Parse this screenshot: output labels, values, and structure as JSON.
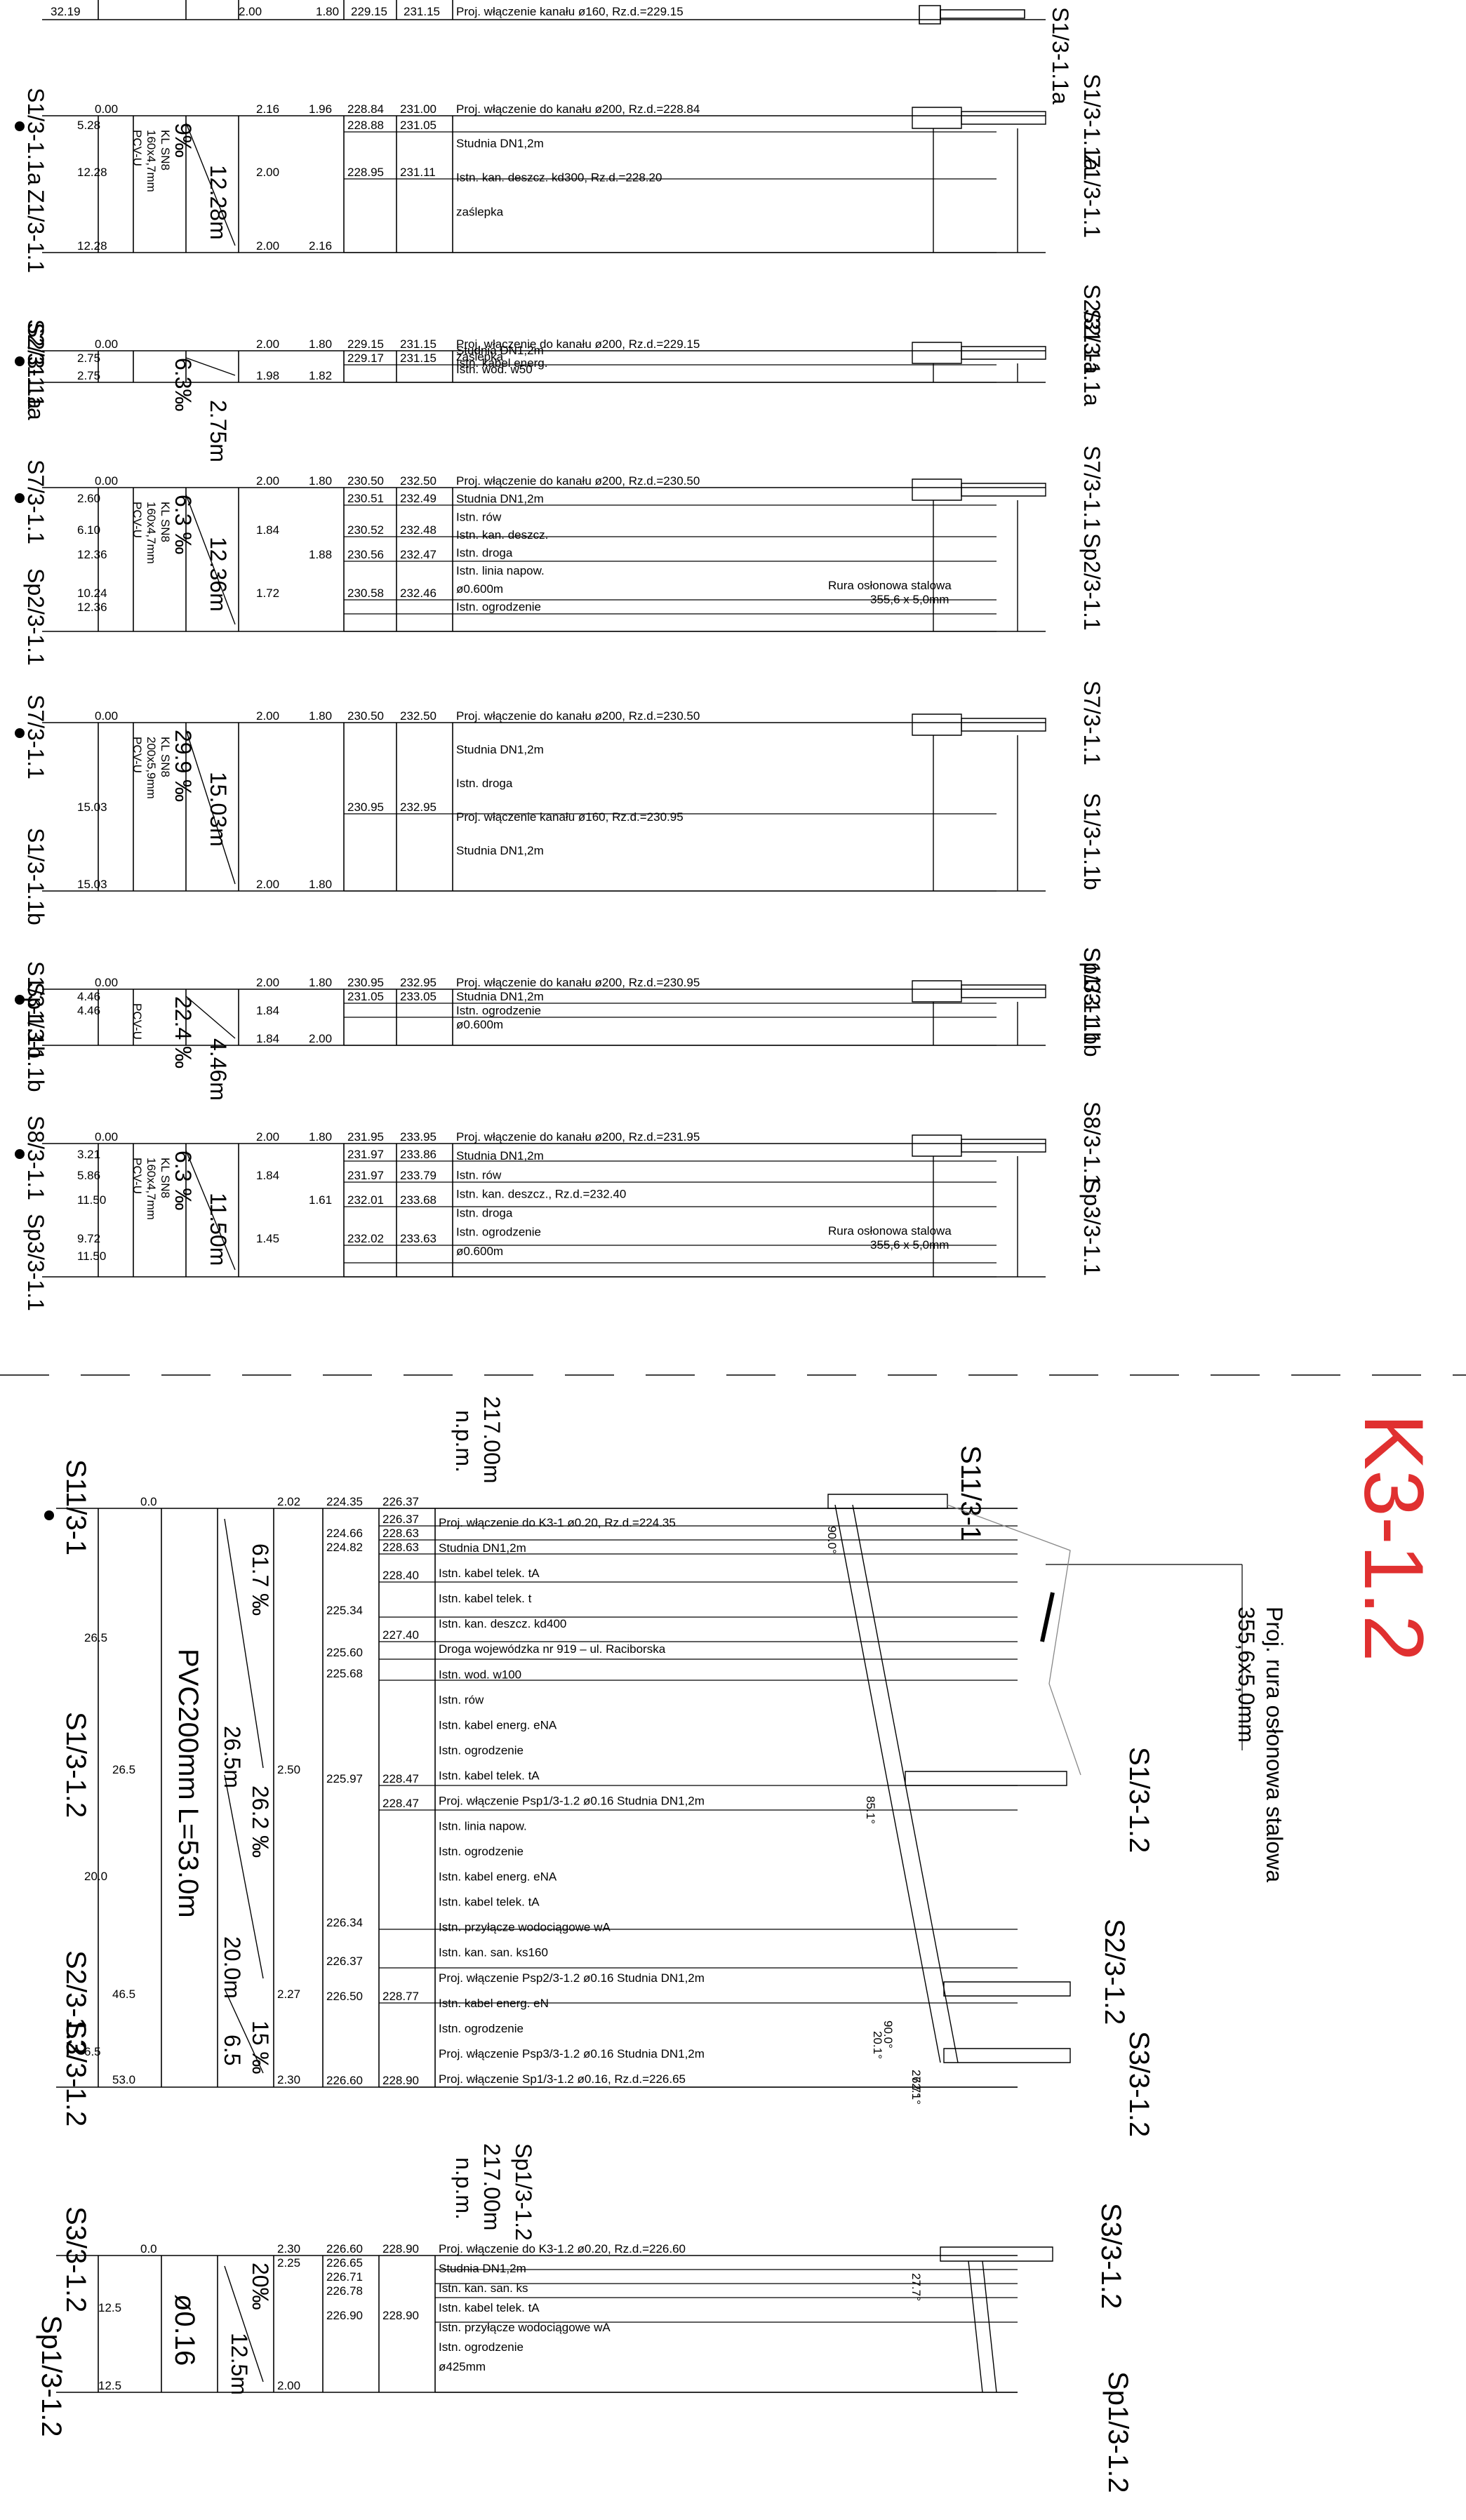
{
  "sheet_title": "K3-1.2",
  "sections": [
    {
      "start": "S1/3-1.1a",
      "end": "Z1/3-1.1",
      "pipe": [
        "PCV-U",
        "160x4,7mm",
        "KL SN8"
      ],
      "length": "12.28m",
      "slope": "9‰",
      "stations": [
        "0.00",
        "5.28",
        "12.28",
        "12.28"
      ],
      "depths": [
        "2.16",
        "1.96",
        "2.00",
        "2.16",
        "2.00"
      ],
      "levels": [
        [
          "228.84",
          "231.00"
        ],
        [
          "228.88",
          "231.05"
        ],
        [
          "228.95",
          "231.11"
        ]
      ],
      "notes": [
        "Proj. włączenie do kanału ø200, Rz.d.=228.84",
        "Studnia DN1,2m",
        "Istn. kan. deszcz. kd300, Rz.d.=228.20",
        "zaślepka"
      ]
    },
    {
      "start": "S2/3-1.1a",
      "end": "S2/31.1a",
      "length": "2.75m",
      "slope": "6.3‰",
      "stations": [
        "0.00",
        "2.75",
        "2.75"
      ],
      "depths": [
        "2.00",
        "1.80",
        "1.98",
        "1.82"
      ],
      "levels": [
        [
          "229.15",
          "231.15"
        ],
        [
          "229.17",
          "231.15"
        ]
      ],
      "notes": [
        "Proj. włączenie do kanału ø200, Rz.d.=229.15",
        "Studnia DN1,2m",
        "zaślepka",
        "Istn. kabel energ.",
        "Istn. wod. w50"
      ]
    },
    {
      "start": "S7/3-1.1",
      "end": "Sp2/3-1.1",
      "pipe": [
        "PCV-U",
        "160x4,7mm",
        "KL SN8"
      ],
      "length": "12.36m",
      "slope": "6.3 ‰",
      "stations": [
        "0.00",
        "2.60",
        "6.10",
        "12.36",
        "10.24",
        "12.36"
      ],
      "depths": [
        "2.00",
        "1.80",
        "1.84",
        "1.88",
        "1.72"
      ],
      "levels": [
        [
          "230.50",
          "232.50"
        ],
        [
          "230.51",
          "232.49"
        ],
        [
          "230.52",
          "232.48"
        ],
        [
          "230.56",
          "232.47"
        ],
        [
          "230.58",
          "232.46"
        ]
      ],
      "notes": [
        "Proj. włączenie do kanału ø200, Rz.d.=230.50",
        "Studnia DN1,2m",
        "Istn. rów",
        "Istn. kan. deszcz.",
        "Istn. droga",
        "Istn. linia napow.",
        "ø0.600m",
        "Istn. ogrodzenie"
      ],
      "casing": [
        "Rura osłonowa stalowa",
        "355,6 x 5,0mm"
      ]
    },
    {
      "start": "S7/3-1.1",
      "end": "S1/3-1.1b",
      "pipe": [
        "PCV-U",
        "200x5,9mm",
        "KL SN8"
      ],
      "length": "15.03m",
      "slope": "29.9 ‰",
      "stations": [
        "0.00",
        "15.03",
        "15.03"
      ],
      "depths": [
        "2.00",
        "1.80",
        "2.00",
        "1.80"
      ],
      "levels": [
        [
          "230.50",
          "232.50"
        ],
        [
          "230.95",
          "232.95"
        ]
      ],
      "notes": [
        "Proj. włączenie do kanału ø200, Rz.d.=230.50",
        "Studnia DN1,2m",
        "Istn. droga",
        "Proj. włączenie kanału ø160, Rz.d.=230.95",
        "Studnia DN1,2m"
      ]
    },
    {
      "start": "S1/3-1.1b",
      "end": "Sp1/3-1.1b",
      "pipe": [
        "PCV-U"
      ],
      "length": "4.46m",
      "slope": "22.4 ‰",
      "stations": [
        "0.00",
        "4.46",
        "4.46"
      ],
      "depths": [
        "2.00",
        "1.80",
        "1.84",
        "2.00",
        "1.84"
      ],
      "levels": [
        [
          "230.95",
          "232.95"
        ],
        [
          "231.05",
          "233.05"
        ]
      ],
      "notes": [
        "Proj. włączenie do kanału ø200, Rz.d.=230.95",
        "Studnia DN1,2m",
        "Istn. ogrodzenie",
        "ø0.600m"
      ]
    },
    {
      "start": "S8/3-1.1",
      "end": "Sp3/3-1.1",
      "pipe": [
        "PCV-U",
        "160x4,7mm",
        "KL SN8"
      ],
      "length": "11.50m",
      "slope": "6.3 ‰",
      "stations": [
        "0.00",
        "3.21",
        "5.86",
        "11.50",
        "9.72",
        "11.50"
      ],
      "depths": [
        "2.00",
        "1.80",
        "1.84",
        "1.61",
        "1.45"
      ],
      "levels": [
        [
          "231.95",
          "233.95"
        ],
        [
          "231.97",
          "233.86"
        ],
        [
          "231.97",
          "233.79"
        ],
        [
          "232.01",
          "233.68"
        ],
        [
          "232.02",
          "233.63"
        ]
      ],
      "notes": [
        "Proj. włączenie do kanału ø200, Rz.d.=231.95",
        "Studnia DN1,2m",
        "Istn. rów",
        "Istn. kan. deszcz., Rz.d.=232.40",
        "Istn. droga",
        "Istn. ogrodzenie",
        "ø0.600m"
      ],
      "casing": [
        "Rura osłonowa stalowa",
        "355,6 x 5,0mm"
      ]
    }
  ],
  "k312": {
    "datum": [
      "217.00m",
      "n.p.m."
    ],
    "labels": [
      "S11/3-1",
      "S1/3-1.2",
      "S2/3-1.2",
      "S3/3-1.2",
      "S1/3-1.2",
      "S2/3-1.2",
      "S3/3-1.2",
      "S11/3-1"
    ],
    "pipe": "PVC200mm L=53.0m",
    "slopes": [
      "61.7 ‰",
      "26.2 ‰",
      "15 ‰"
    ],
    "segment_lengths": [
      "26.5m",
      "20.0m",
      "6.5"
    ],
    "stations": [
      "0.0",
      "26.5",
      "26.5",
      "20.0",
      "46.5",
      "6.5",
      "53.0"
    ],
    "depths": [
      "2.02",
      "2.50",
      "2.27",
      "2.30"
    ],
    "levels": [
      [
        "224.35",
        "226.37"
      ],
      [
        "",
        "226.37"
      ],
      [
        "224.66",
        "228.63"
      ],
      [
        "224.82",
        "228.63"
      ],
      [
        "",
        "228.40"
      ],
      [
        "225.34",
        ""
      ],
      [
        "",
        "227.40"
      ],
      [
        "225.60",
        ""
      ],
      [
        "225.68",
        ""
      ],
      [
        "225.97",
        "228.47"
      ],
      [
        "",
        "228.47"
      ],
      [
        "226.34",
        ""
      ],
      [
        "226.37",
        ""
      ],
      [
        "226.50",
        "228.77"
      ],
      [
        "226.60",
        "228.90"
      ]
    ],
    "notes": [
      "Proj. włączenie do K3-1 ø0.20, Rz.d.=224.35",
      "Studnia DN1,2m",
      "Istn. kabel telek. tA",
      "Istn. kabel telek. t",
      "Istn. kan. deszcz. kd400",
      "Droga wojewódzka nr 919 – ul. Raciborska",
      "Istn. wod. w100",
      "Istn. rów",
      "Istn. kabel energ. eNA",
      "Istn. ogrodzenie",
      "Istn. kabel telek. tA",
      "Proj. włączenie Psp1/3-1.2 ø0.16  Studnia DN1,2m",
      "Istn. linia napow.",
      "Istn. ogrodzenie",
      "Istn. kabel energ. eNA",
      "Istn. kabel telek. tA",
      "Istn. przyłącze wodociągowe wA",
      "Istn. kan. san. ks160",
      "Proj. włączenie Psp2/3-1.2 ø0.16  Studnia DN1,2m",
      "Istn. kabel energ. eN",
      "Istn. ogrodzenie",
      "Proj. włączenie Psp3/3-1.2 ø0.16  Studnia DN1,2m",
      "Proj. włączenie Sp1/3-1.2 ø0.16, Rz.d.=226.65"
    ],
    "casing": [
      "Proj. rura osłonowa stalowa",
      "355,6x5,0mm"
    ],
    "angles": [
      "90.0°",
      "85.1°",
      "90.0°",
      "20.1°",
      "62.1°",
      "27.7°"
    ]
  },
  "sp": {
    "datum": [
      "217.00m",
      "n.p.m."
    ],
    "top_label": "Sp1/3-1.2",
    "labels": [
      "S3/3-1.2",
      "Sp1/3-1.2",
      "S3/3-1.2",
      "Sp1/3-1.2"
    ],
    "pipe": "ø0.16",
    "slope": "20‰",
    "length": "12.5m",
    "stations": [
      "0.0",
      "12.5",
      "12.5"
    ],
    "depths": [
      "2.30",
      "2.25",
      "2.00"
    ],
    "levels": [
      [
        "226.60",
        "228.90"
      ],
      [
        "226.65",
        ""
      ],
      [
        "226.71",
        ""
      ],
      [
        "226.78",
        ""
      ],
      [
        "226.90",
        "228.90"
      ]
    ],
    "notes": [
      "Proj. włączenie do K3-1.2 ø0.20, Rz.d.=226.60",
      "Studnia DN1,2m",
      "Istn. kan. san. ks",
      "Istn. kabel telek. tA",
      "Istn. przyłącze wodociągowe wA",
      "Istn. ogrodzenie",
      "ø425mm"
    ],
    "angle": "27.7°"
  },
  "top_fragment": {
    "station": "32.19",
    "depths": [
      "2.00",
      "1.80"
    ],
    "levels": [
      "229.15",
      "231.15"
    ],
    "note": "Proj. włączenie kanału ø160, Rz.d.=229.15",
    "label": "S1/3-1.1a"
  }
}
